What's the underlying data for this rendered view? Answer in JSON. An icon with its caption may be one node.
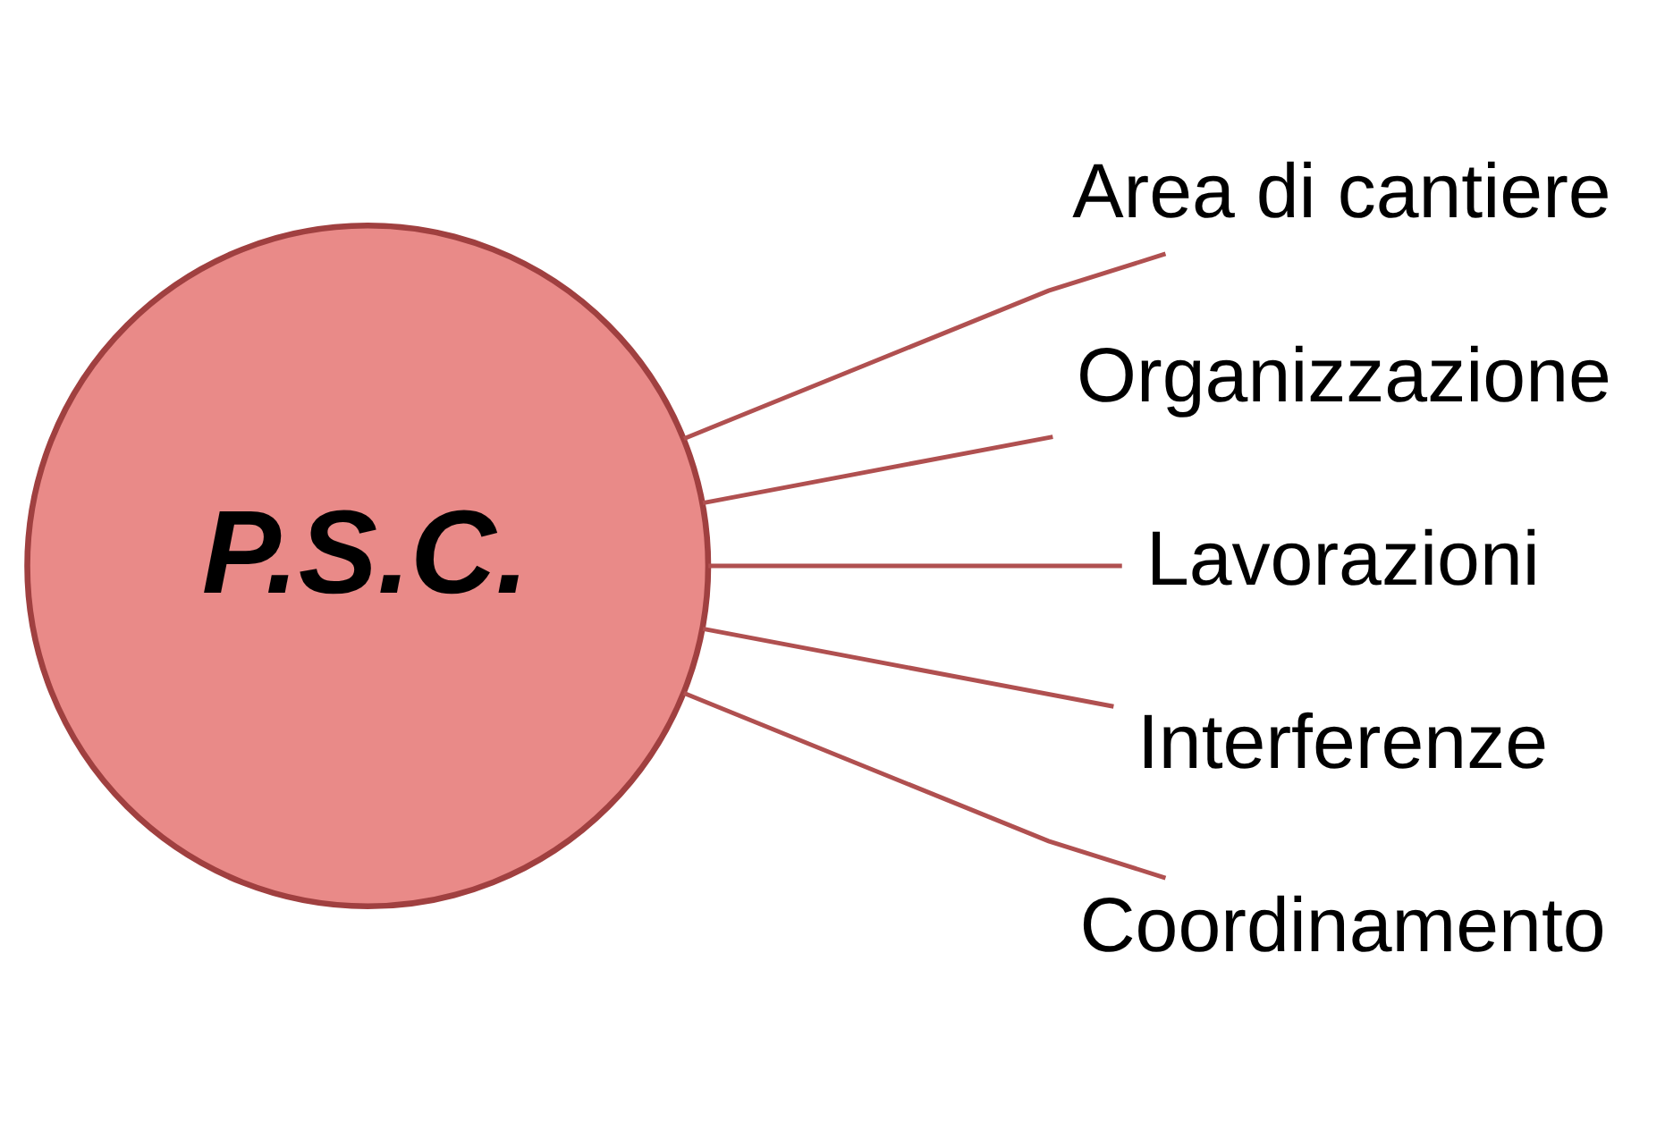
{
  "diagram": {
    "nodes": [
      {
        "text": [
          "P.S.C."
        ]
      },
      {
        "text": [
          "Area di cantiere"
        ]
      },
      {
        "text": [
          "Organizzazione"
        ]
      },
      {
        "text": [
          "Lavorazioni"
        ]
      },
      {
        "text": [
          "Interferenze"
        ]
      },
      {
        "text": [
          "Coordinamento"
        ]
      }
    ],
    "edges": [
      {
        "from": 0,
        "to": 1,
        "arrow": "none"
      },
      {
        "from": 0,
        "to": 2,
        "arrow": "none"
      },
      {
        "from": 0,
        "to": 3,
        "arrow": "none"
      },
      {
        "from": 0,
        "to": 4,
        "arrow": "none"
      },
      {
        "from": 0,
        "to": 5,
        "arrow": "none"
      }
    ]
  }
}
